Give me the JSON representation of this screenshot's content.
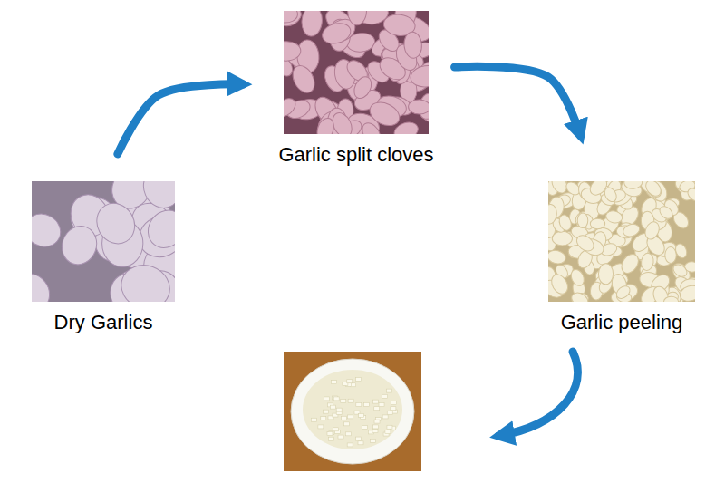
{
  "diagram": {
    "nodes": [
      {
        "text": [
          "Dry Garlics"
        ]
      },
      {
        "text": [
          "Garlic split cloves"
        ]
      },
      {
        "text": [
          "Garlic peeling"
        ]
      }
    ],
    "edges": [
      {
        "from": 0,
        "to": 1,
        "arrow": "to"
      },
      {
        "from": 1,
        "to": 2,
        "arrow": "to"
      }
    ]
  }
}
